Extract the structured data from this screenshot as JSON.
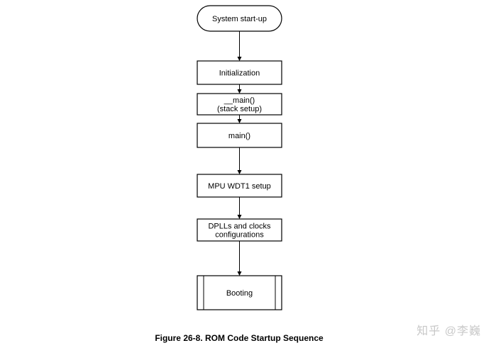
{
  "flowchart": {
    "nodes": [
      {
        "id": "start",
        "label": "System start-up"
      },
      {
        "id": "init",
        "label": "Initialization"
      },
      {
        "id": "main_stack",
        "label": "__main()\n(stack setup)"
      },
      {
        "id": "main",
        "label": "main()"
      },
      {
        "id": "wdt",
        "label": "MPU WDT1 setup"
      },
      {
        "id": "dpll",
        "label": "DPLLs and clocks\nconfigurations"
      },
      {
        "id": "boot",
        "label": "Booting"
      }
    ],
    "edges": [
      {
        "from": "start",
        "to": "init"
      },
      {
        "from": "init",
        "to": "main_stack"
      },
      {
        "from": "main_stack",
        "to": "main"
      },
      {
        "from": "main",
        "to": "wdt"
      },
      {
        "from": "wdt",
        "to": "dpll"
      },
      {
        "from": "dpll",
        "to": "boot"
      }
    ]
  },
  "caption": "Figure 26-8. ROM Code Startup Sequence",
  "watermark": "知乎 @李巍"
}
